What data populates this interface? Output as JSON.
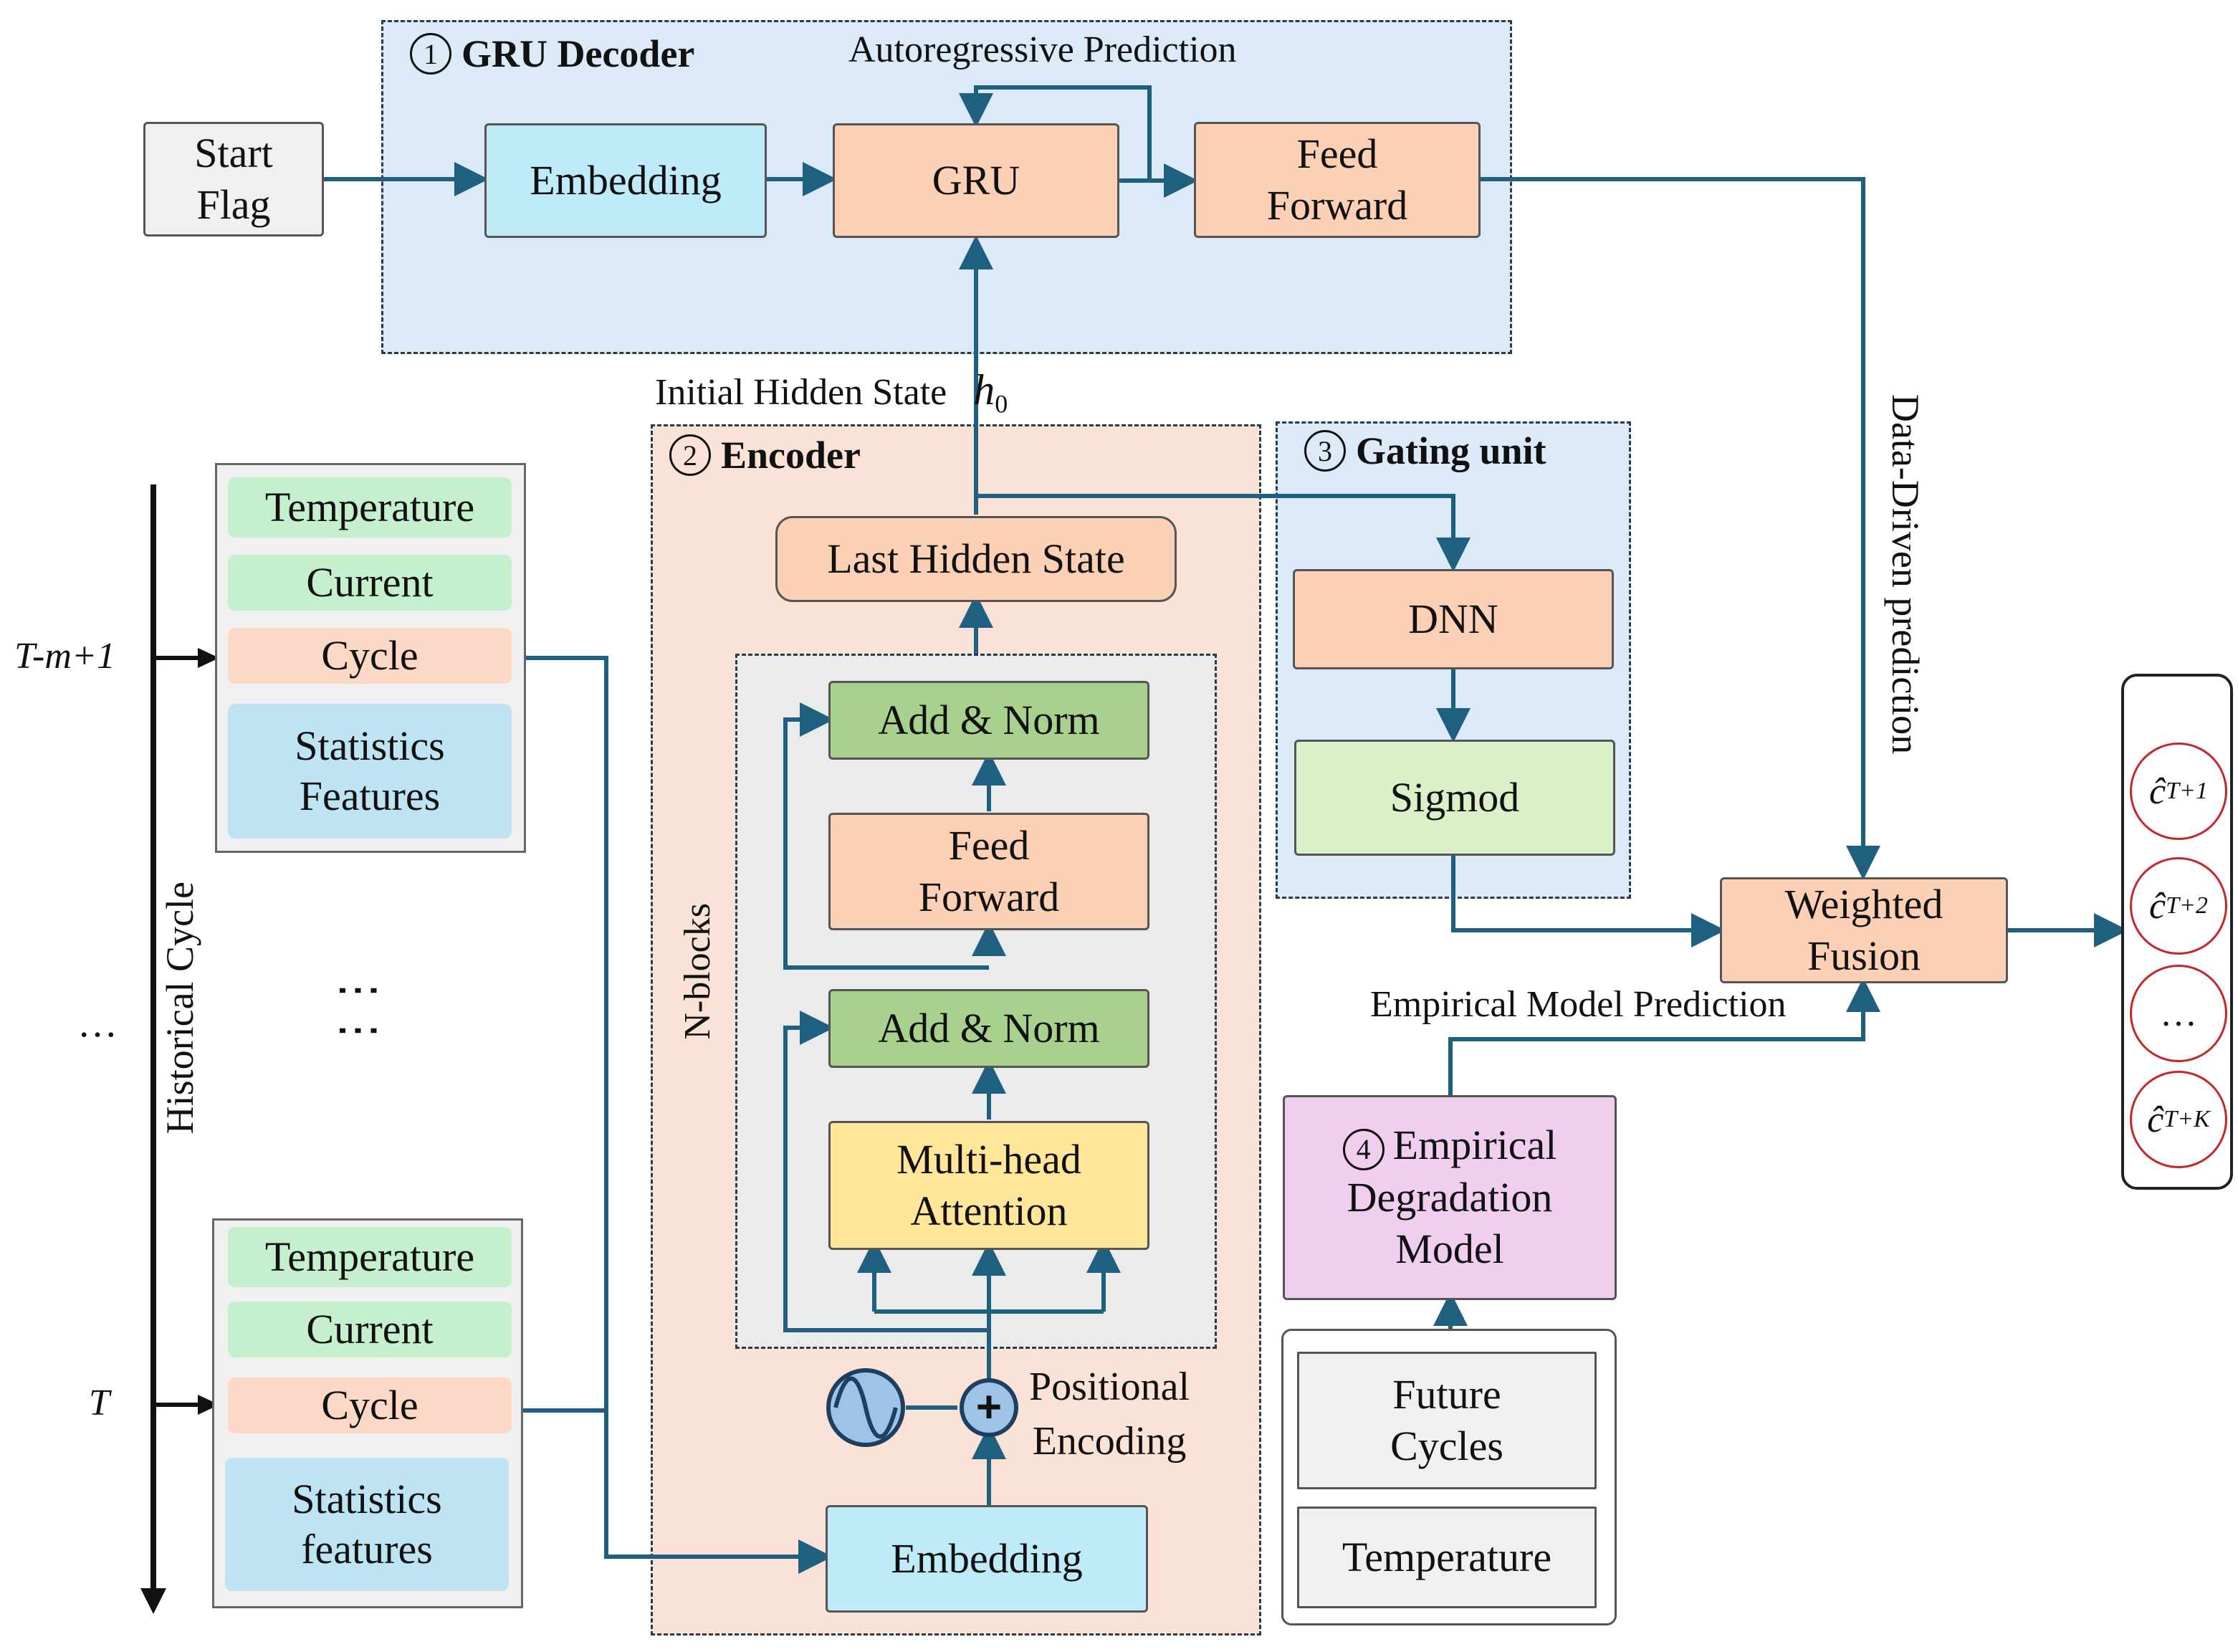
{
  "gru_decoder": {
    "num": "1",
    "title": "GRU Decoder",
    "autoregressive_label": "Autoregressive Prediction",
    "start_flag": [
      "Start",
      "Flag"
    ],
    "embedding": "Embedding",
    "gru": "GRU",
    "feed_forward": [
      "Feed",
      "Forward"
    ]
  },
  "initial_hidden_state": {
    "label": "Initial Hidden State",
    "symbol": "h",
    "sub": "0"
  },
  "encoder": {
    "num": "2",
    "title": "Encoder",
    "last_hidden_state": "Last Hidden State",
    "n_blocks": "N-blocks",
    "add_norm_top": "Add & Norm",
    "feed_forward": [
      "Feed",
      "Forward"
    ],
    "add_norm_bottom": "Add & Norm",
    "attention": [
      "Multi-head",
      "Attention"
    ],
    "positional_encoding": [
      "Positional",
      "Encoding"
    ],
    "plus": "+",
    "embedding": "Embedding"
  },
  "gating_unit": {
    "num": "3",
    "title": "Gating unit",
    "dnn": "DNN",
    "sigmoid": "Sigmod"
  },
  "empirical": {
    "num": "4",
    "title": [
      "Empirical",
      "Degradation",
      "Model"
    ],
    "prediction_label": "Empirical Model Prediction",
    "future_cycles": [
      "Future",
      "Cycles"
    ],
    "temperature": "Temperature"
  },
  "weighted_fusion": [
    "Weighted",
    "Fusion"
  ],
  "data_driven_label": "Data-Driven prediction",
  "history": {
    "axis_label": "Historical Cycle",
    "t_start": "T-m+1",
    "t_end": "T",
    "ellipsis_left": "…",
    "ellipsis_mid": "⋮⋮",
    "group_top": {
      "temperature": "Temperature",
      "current": "Current",
      "cycle": "Cycle",
      "stats": [
        "Statistics",
        "Features"
      ]
    },
    "group_bottom": {
      "temperature": "Temperature",
      "current": "Current",
      "cycle": "Cycle",
      "stats": [
        "Statistics",
        "features"
      ]
    }
  },
  "outputs": [
    {
      "base": "ĉ",
      "sub": "T+1"
    },
    {
      "base": "ĉ",
      "sub": "T+2"
    },
    {
      "base": "…",
      "sub": ""
    },
    {
      "base": "ĉ",
      "sub": "T+K"
    }
  ],
  "colors": {
    "wire": "#1f5f7f",
    "blue_region": "#dce9f6",
    "encoder_region": "#fae3d6",
    "orange": "#fcd0b4",
    "cyan": "#bfeaf7",
    "green": "#a9d18e",
    "light_green": "#c6efce",
    "yellow": "#ffe699",
    "pink": "#f0cfee",
    "gray": "#f0f0f0",
    "sig_green": "#d9f0c8"
  }
}
